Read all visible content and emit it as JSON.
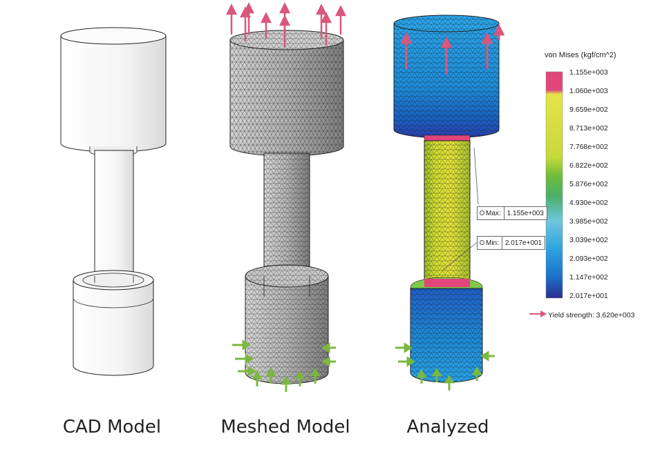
{
  "captions": {
    "cad": "CAD Model",
    "meshed": "Meshed Model",
    "analyzed": "Analyzed"
  },
  "legend": {
    "title": "von Mises (kgf/cm^2)",
    "ticks": [
      "1.155e+003",
      "1.060e+003",
      "9.659e+002",
      "8.713e+002",
      "7.768e+002",
      "6.822e+002",
      "5.876e+002",
      "4.930e+002",
      "3.985e+002",
      "3.039e+002",
      "2.093e+002",
      "1.147e+002",
      "2.017e+001"
    ],
    "yield_label": "Yield strength: 3.620e+003"
  },
  "probes": {
    "max_label": "Max:",
    "max_value": "1.155e+003",
    "min_label": "Min:",
    "min_value": "2.017e+001"
  },
  "colors": {
    "load_arrow": "#d9577a",
    "fixture_arrow": "#7ab83e",
    "mesh_gray": "#9a9a9a",
    "stress_blue": "#1f8fd6",
    "stress_yellow": "#d8e030"
  }
}
